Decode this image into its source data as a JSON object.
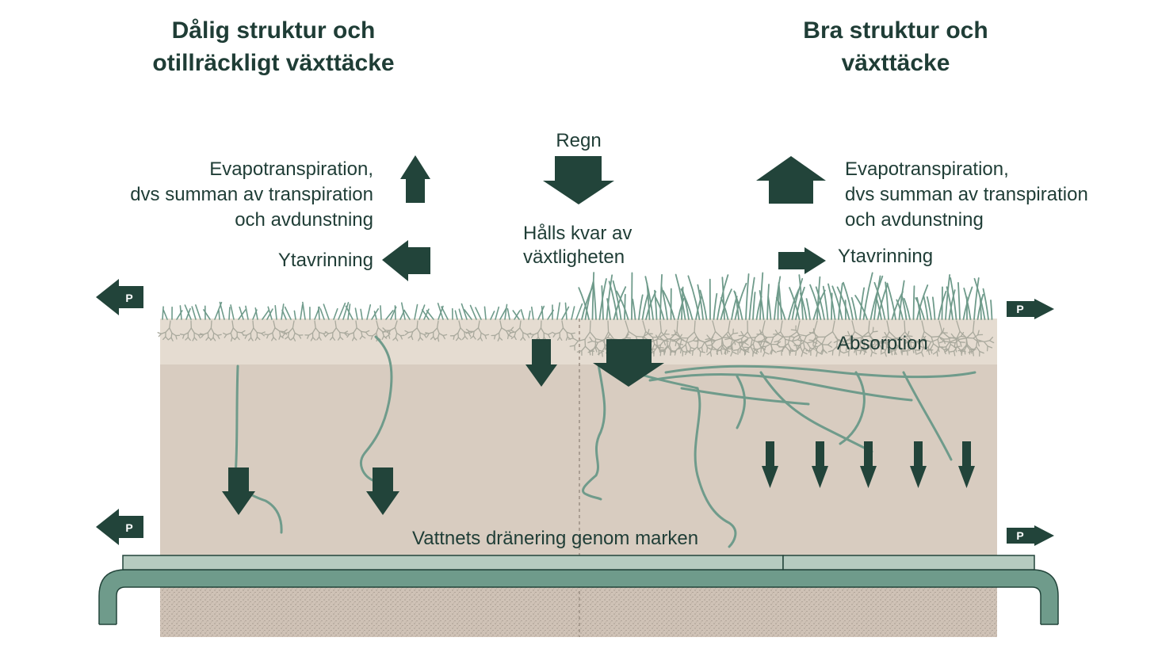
{
  "titles": {
    "left": [
      "Dålig struktur och",
      "otillräckligt växttäcke"
    ],
    "right": [
      "Bra struktur och",
      "växttäcke"
    ]
  },
  "labels": {
    "rain": "Regn",
    "retained": [
      "Hålls kvar av",
      "växtligheten"
    ],
    "evap_left": [
      "Evapotranspiration,",
      "dvs summan av transpiration",
      "och avdunstning"
    ],
    "evap_right": [
      "Evapotranspiration,",
      "dvs summan av transpiration",
      "och avdunstning"
    ],
    "runoff_left": "Ytavrinning",
    "runoff_right": "Ytavrinning",
    "absorption": "Absorption",
    "drainage": "Vattnets dränering genom marken",
    "phosphorus": "P"
  },
  "colors": {
    "arrow": "#22443a",
    "grass": "#6f9b8b",
    "root": "#a9a99d",
    "soil_top": "#e5dcd1",
    "soil": "#d8ccc0",
    "pipe": "#6f9b8b",
    "drain_band": "#b6cbc0"
  }
}
